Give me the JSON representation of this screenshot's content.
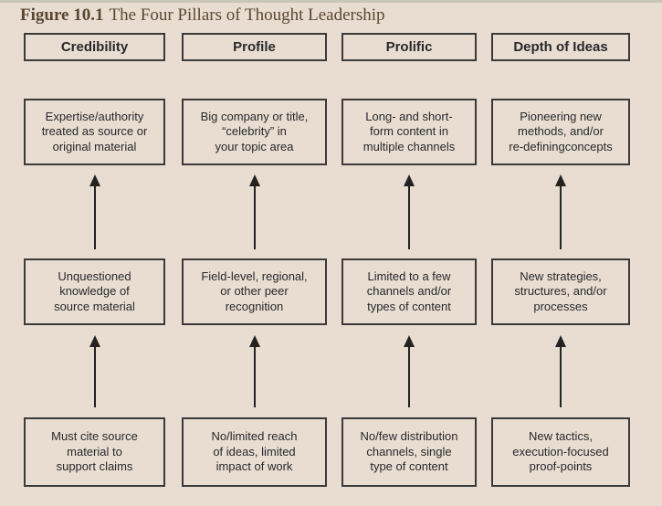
{
  "title": {
    "figure_label": "Figure 10.1",
    "figure_title": "The Four Pillars of Thought Leadership"
  },
  "colors": {
    "background": "#e8ddd0",
    "top_bar": "#c9c6b6",
    "box_border": "#3a3a3a",
    "box_text": "#28282e",
    "title_text": "#5a4733",
    "arrow": "#232323"
  },
  "pillars": [
    {
      "name": "Credibility",
      "top": "Expertise/authority\ntreated as source or\noriginal material",
      "middle": "Unquestioned\nknowledge of\nsource material",
      "bottom": "Must cite source\nmaterial to\nsupport claims"
    },
    {
      "name": "Profile",
      "top": "Big company or title,\n“celebrity” in\nyour topic area",
      "middle": "Field-level, regional,\nor other peer\nrecognition",
      "bottom": "No/limited reach\nof ideas, limited\nimpact of work"
    },
    {
      "name": "Prolific",
      "top": "Long- and short-\nform content in\nmultiple channels",
      "middle": "Limited to a few\nchannels and/or\ntypes of content",
      "bottom": "No/few distribution\nchannels, single\ntype of content"
    },
    {
      "name": "Depth of Ideas",
      "top": "Pioneering new\nmethods, and/or\nre-definingconcepts",
      "middle": "New strategies,\nstructures, and/or\nprocesses",
      "bottom": "New tactics,\nexecution-focused\nproof-points"
    }
  ]
}
